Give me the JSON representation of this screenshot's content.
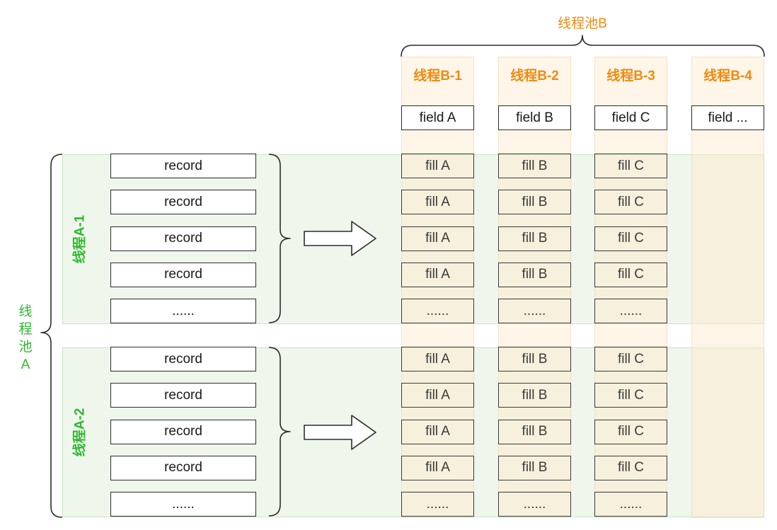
{
  "pool_b_label": "线程池B",
  "pool_a_chars": [
    "线",
    "程",
    "池",
    "A"
  ],
  "threads_b": [
    {
      "label": "线程B-1",
      "field": "field A",
      "fill": "fill A"
    },
    {
      "label": "线程B-2",
      "field": "field B",
      "fill": "fill B"
    },
    {
      "label": "线程B-3",
      "field": "field C",
      "fill": "fill C"
    },
    {
      "label": "线程B-4",
      "field": "field ...",
      "fill": ""
    }
  ],
  "threads_a": [
    {
      "label": "线程A-1",
      "records": [
        "record",
        "record",
        "record",
        "record",
        "......"
      ],
      "fill_rows": [
        "fill",
        "fill",
        "fill",
        "fill",
        "dots"
      ]
    },
    {
      "label": "线程A-2",
      "records": [
        "record",
        "record",
        "record",
        "record",
        "......"
      ],
      "fill_rows": [
        "fill",
        "fill",
        "fill",
        "fill",
        "dots"
      ]
    }
  ],
  "ellipsis": "......",
  "colors": {
    "orange": "#f08a10",
    "green": "#2db82d",
    "border": "#2b2b2b"
  }
}
